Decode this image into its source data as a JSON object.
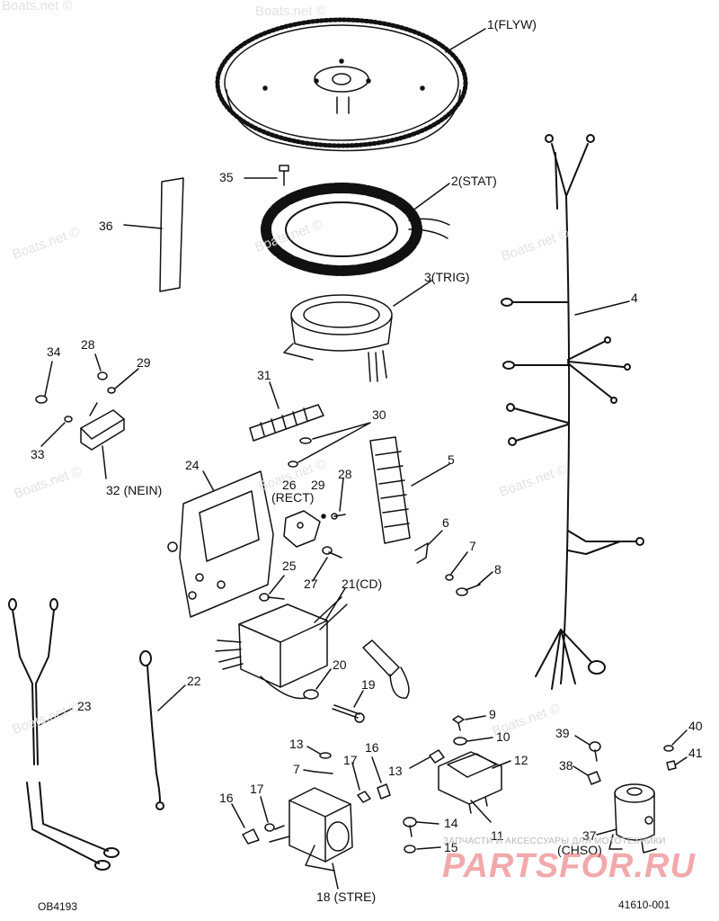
{
  "watermark": "Boats.net ©",
  "brand_tagline": "ЗАПЧАСТИ И АКСЕССУАРЫ ДЛЯ МОТОТЕХНИКИ",
  "brand_logo": "PARTSFOR.RU",
  "doc_code_left": "OB4193",
  "doc_code_right": "41610-001",
  "callouts": {
    "c1": "1(FLYW)",
    "c2": "2(STAT)",
    "c3": "3(TRIG)",
    "c4": "4",
    "c5": "5",
    "c6": "6",
    "c7a": "7",
    "c7b": "7",
    "c8": "8",
    "c9": "9",
    "c10": "10",
    "c11": "11",
    "c12": "12",
    "c13a": "13",
    "c13b": "13",
    "c14": "14",
    "c15": "15",
    "c16a": "16",
    "c16b": "16",
    "c17a": "17",
    "c17b": "17",
    "c18": "18 (STRE)",
    "c19": "19",
    "c20": "20",
    "c21": "21(CD)",
    "c22": "22",
    "c23": "23",
    "c24": "24",
    "c25": "25",
    "c26": "26",
    "c26b": "(RECT)",
    "c27": "27",
    "c28a": "28",
    "c28b": "28",
    "c29a": "29",
    "c29b": "29",
    "c30": "30",
    "c31": "31",
    "c32": "32 (NEIN)",
    "c33": "33",
    "c34": "34",
    "c35": "35",
    "c36": "36",
    "c37": "37",
    "c37b": "(CHSO)",
    "c38": "38",
    "c39": "39",
    "c40": "40",
    "c41": "41"
  }
}
